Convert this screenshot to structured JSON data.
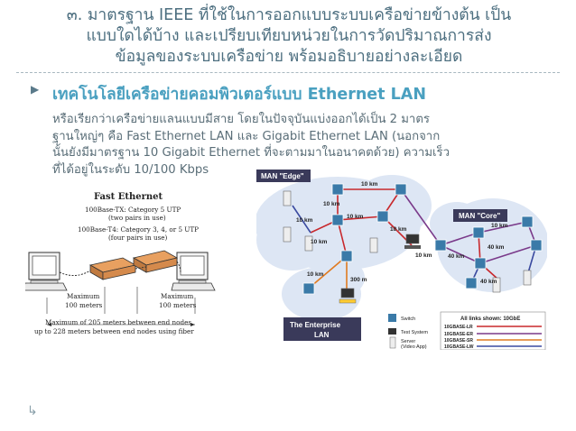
{
  "title": {
    "line1": "๓. มาตรฐาน IEEE ที่ใช้ในการออกแบบระบบเครือข่ายข้างต้น เป็น",
    "line2": "แบบใดได้บ้าง และเปรียบเทียบหน่วยในการวัดปริมาณการส่ง",
    "line3": "ข้อมูลของระบบเครือข่าย พร้อมอธิบายอย่างละเอียด"
  },
  "bullet_icon": "triangle-right-icon",
  "heading": "เทคโนโลยีเครือข่ายคอมพิวเตอร์แบบ Ethernet LAN",
  "body": {
    "line1": "หรือเรียกว่าเครือข่ายแลนแบบมีสาย โดยในปัจจุบันแบ่งออกได้เป็น 2 มาตร",
    "line2": "ฐานใหญ่ๆ คือ Fast Ethernet LAN และ Gigabit Ethernet LAN (นอกจาก",
    "line3": "นั้นยังมีมาตรฐาน 10 Gigabit Ethernet ที่จะตามมาในอนาคตด้วย) ความเร็ว",
    "line4": "ที่ได้อยู่ในระดับ 10/100 Kbps"
  },
  "fast_ethernet": {
    "title": "Fast Ethernet",
    "note1": "100Base-TX: Category 5 UTP",
    "note1b": "(two pairs in use)",
    "note2": "100Base-T4: Category 3, 4, or 5 UTP",
    "note2b": "(four pairs in use)",
    "max_left": "Maximum",
    "max_left2": "100 meters",
    "max_right": "Maximum",
    "max_right2": "100 meters",
    "footer1": "Maximum of 205 meters between end nodes,",
    "footer2": "up to 228 meters between end nodes using fiber"
  },
  "network": {
    "man_edge": "MAN \"Edge\"",
    "man_core": "MAN \"Core\"",
    "enterprise1": "The Enterprise",
    "enterprise2": "LAN",
    "km10": "10 km",
    "km40": "40 km",
    "m300": "300 m",
    "legend_switch": "Switch",
    "legend_test": "Test System",
    "legend_server": "Server",
    "legend_server2": "(Video App)",
    "links_title": "All links shown: 10GbE",
    "link1": "10GBASE-LR",
    "link2": "10GBASE-ER",
    "link3": "10GBASE-SR",
    "link4": "10GBASE-LW",
    "colors": {
      "lr": "#c8282c",
      "er": "#7a3a8a",
      "sr": "#e07a20",
      "lw": "#3a4aa0",
      "cloud": "#dde6f4",
      "switch": "#3a7aa8"
    }
  }
}
